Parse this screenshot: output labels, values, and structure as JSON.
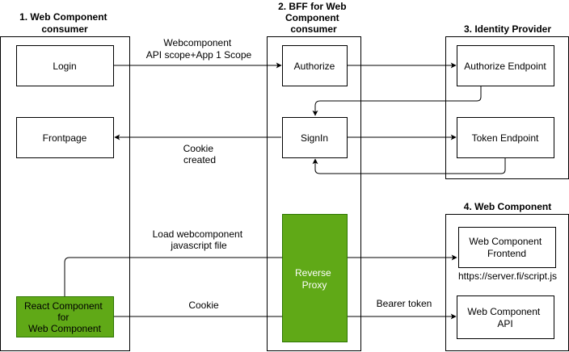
{
  "lanes": [
    {
      "title": [
        "1. Web Component",
        "consumer"
      ]
    },
    {
      "title": [
        "2. BFF for Web",
        "Component",
        "consumer"
      ]
    },
    {
      "title": [
        "3. Identity Provider"
      ]
    },
    {
      "title": [
        "4. Web Component"
      ]
    }
  ],
  "nodes": {
    "login": [
      "Login"
    ],
    "frontpage": [
      "Frontpage"
    ],
    "react": [
      "React Component",
      "for",
      "Web Component"
    ],
    "authorize": [
      "Authorize"
    ],
    "signin": [
      "SignIn"
    ],
    "proxy": [
      "Reverse",
      "Proxy"
    ],
    "authorize_endpoint": [
      "Authorize Endpoint"
    ],
    "token_endpoint": [
      "Token Endpoint"
    ],
    "wc_frontend": [
      "Web Component",
      "Frontend"
    ],
    "wc_api": [
      "Web Component",
      "API"
    ]
  },
  "edge_labels": {
    "login_to_authorize": [
      "Webcomponent",
      "API scope+App 1 Scope"
    ],
    "signin_to_frontpage": [
      "Cookie",
      "created"
    ],
    "react_to_frontend": [
      "Load webcomponent",
      "javascript file"
    ],
    "react_to_proxy": [
      "Cookie"
    ],
    "proxy_to_api": [
      "Bearer token"
    ]
  },
  "annotations": {
    "frontend_url": "https://server.fi/script.js"
  },
  "colors": {
    "proxy_fill": "#60a917",
    "proxy_stroke": "#2d7600",
    "react_fill": "#60a917"
  }
}
